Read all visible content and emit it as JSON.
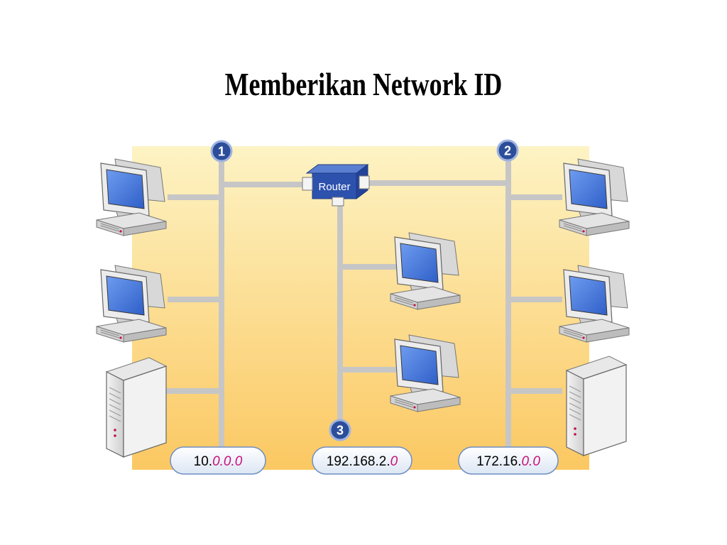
{
  "slide": {
    "title": "Memberikan Network ID"
  },
  "router": {
    "label": "Router"
  },
  "segments": [
    {
      "badge": "1",
      "net_prefix": "10.",
      "net_suffix": "0.0.0"
    },
    {
      "badge": "2",
      "net_prefix": "172.16.",
      "net_suffix": "0.0"
    },
    {
      "badge": "3",
      "net_prefix": "192.168.2.",
      "net_suffix": "0"
    }
  ],
  "colors": {
    "background_top": "#fdf0b8",
    "background_bottom": "#fcc860",
    "cable": "#c8c8c8",
    "badge": "#2c4e9a",
    "router": "#2c4ea8",
    "monitor_screen": "#3a6fd8",
    "address_emphasis": "#c8107a"
  },
  "icons": [
    "router-icon",
    "computer-icon",
    "server-icon"
  ]
}
